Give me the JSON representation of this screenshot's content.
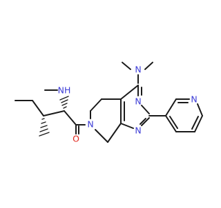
{
  "colors": {
    "bond": "#1a1a1a",
    "nitrogen": "#3b3bd6",
    "oxygen": "#e1251b",
    "background": "#ffffff"
  },
  "atoms": {
    "n_amine_top": "N",
    "n_pyrimidine_upper": "N",
    "n_pyrimidine_lower": "N",
    "n_piperidine": "N",
    "n_pyridine": "N",
    "nh_label": "NH",
    "o_label": "O"
  }
}
